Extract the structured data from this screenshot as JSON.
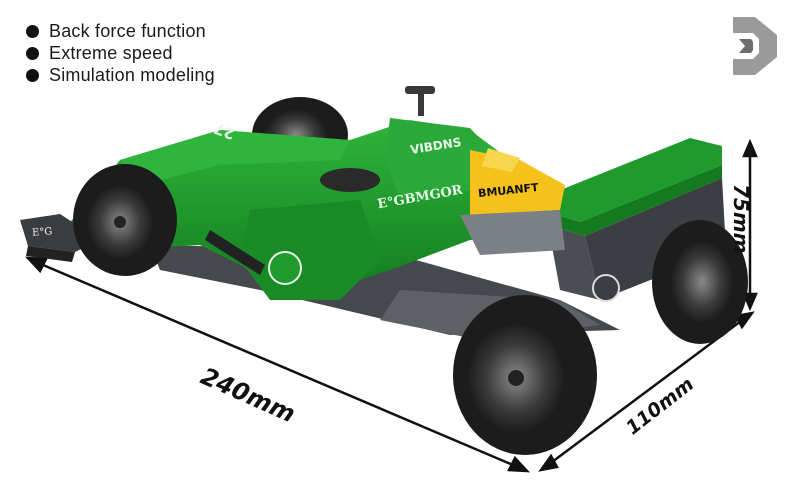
{
  "features": [
    {
      "label": "Back force function"
    },
    {
      "label": "Extreme speed"
    },
    {
      "label": "Simulation modeling"
    }
  ],
  "dimensions": {
    "length": "240mm",
    "width": "110mm",
    "height": "75mm"
  },
  "car_decals": {
    "side_text": "E°GBMGOR",
    "intake_text": "VIBDNS",
    "yellow_panel_text": "BMUANFT",
    "front_wing_text": "E°G",
    "number": "27"
  },
  "colors": {
    "body_green": "#1f9a2c",
    "dark_green": "#137a1f",
    "accent_yellow": "#f4c21a",
    "tire_black": "#1c1c1c",
    "chassis_grey": "#5d6166"
  },
  "icons": {
    "brand_logo": "cube-arrow-logo-icon"
  }
}
